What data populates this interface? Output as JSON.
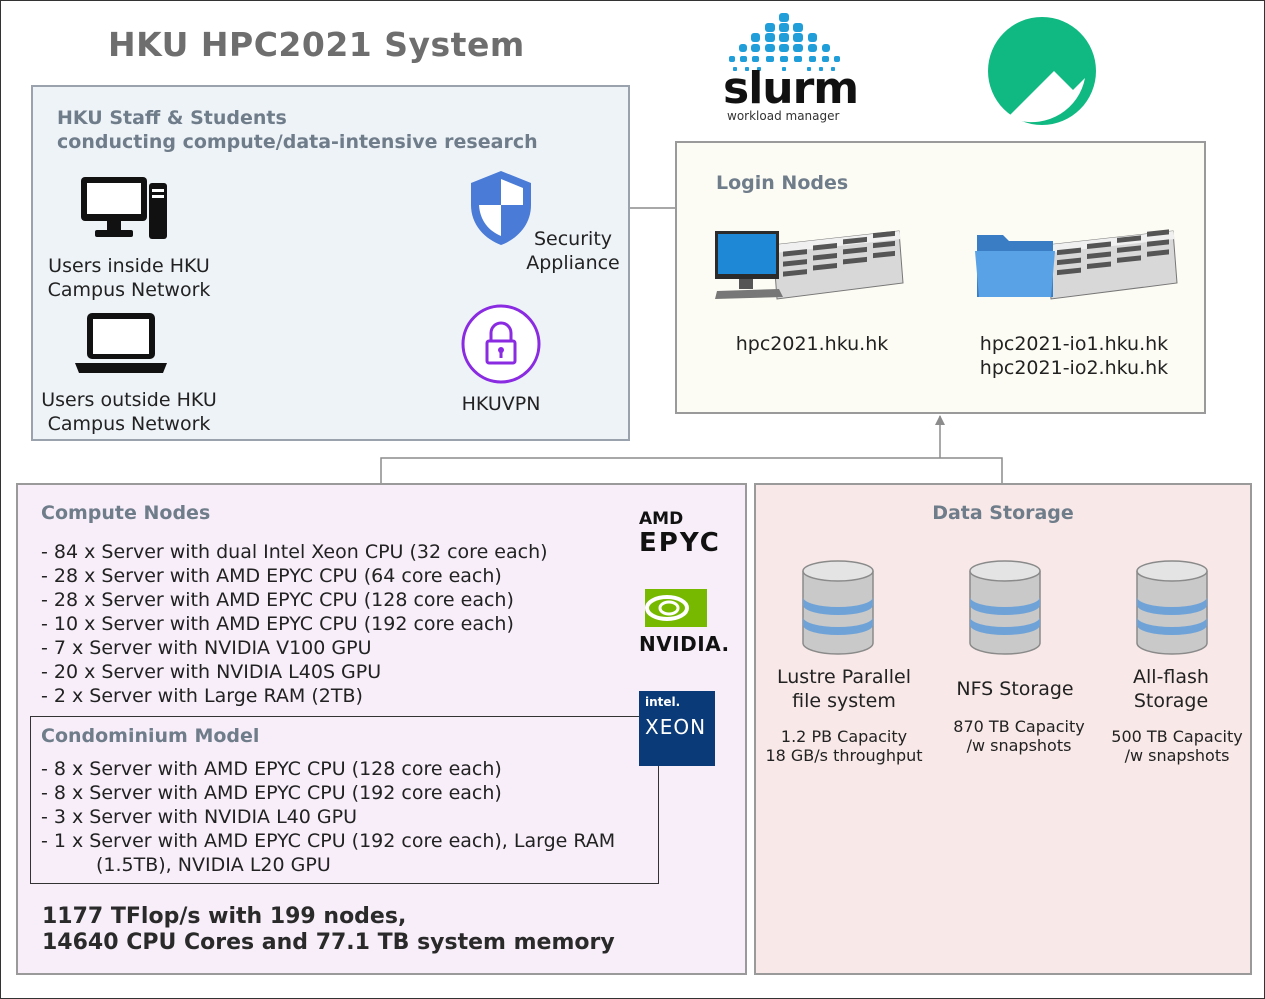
{
  "title": "HKU HPC2021 System",
  "logos": {
    "slurm_word": "slurm",
    "slurm_tag": "workload manager",
    "amd_line1": "AMD",
    "amd_line2": "EPYC",
    "nvidia": "NVIDIA.",
    "intel_line1": "intel.",
    "intel_line2": "XEON",
    "rocky_icon": "rocky-linux-logo",
    "shield_icon": "security-shield-icon",
    "vpn_icon": "vpn-lock-icon"
  },
  "colors": {
    "users_panel": "#eef3f8",
    "login_panel": "#fdfcf4",
    "compute_panel": "#f7eef9",
    "storage_panel": "#f8e9e8",
    "rocky_green": "#10b981",
    "slurm_blue": "#1f9ed9",
    "vpn_purple": "#8a2be2",
    "shield_blue": "#4a7bd6",
    "nvidia_green": "#76b900",
    "intel_blue": "#0a3a78",
    "disk_blue": "#6fa3d8",
    "arrow_gray": "#8c8c8c"
  },
  "users": {
    "heading_line1": "HKU Staff & Students",
    "heading_line2": "conducting compute/data-intensive research",
    "inside_line1": "Users inside HKU",
    "inside_line2": "Campus Network",
    "outside_line1": "Users outside HKU",
    "outside_line2": "Campus Network",
    "security_line1": "Security",
    "security_line2": "Appliance",
    "vpn_label": "HKUVPN",
    "inside_icon": "desktop-computer-icon",
    "outside_icon": "laptop-icon"
  },
  "login": {
    "heading": "Login Nodes",
    "host1": "hpc2021.hku.hk",
    "host2_line1": "hpc2021-io1.hku.hk",
    "host2_line2": "hpc2021-io2.hku.hk",
    "server_icon_1": "monitor-server-icon",
    "server_icon_2": "folder-server-icon"
  },
  "compute": {
    "heading": "Compute Nodes",
    "items": [
      "- 84 x Server with dual Intel Xeon CPU (32 core each)",
      "- 28 x Server with AMD EPYC CPU (64 core each)",
      "- 28 x Server with AMD EPYC CPU (128 core each)",
      "- 10 x Server with AMD EPYC CPU (192 core each)",
      "- 7 x Server with NVIDIA V100 GPU",
      "- 20 x Server with NVIDIA L40S GPU",
      "- 2 x Server with Large RAM (2TB)"
    ],
    "condo_heading": "Condominium Model",
    "condo_items": [
      "- 8 x Server with AMD EPYC CPU (128 core each)",
      "- 8 x Server with AMD EPYC CPU (192 core each)",
      "- 3 x Server with NVIDIA L40 GPU",
      "- 1 x Server with AMD EPYC CPU (192 core each), Large RAM"
    ],
    "condo_item_cont": "(1.5TB), NVIDIA L20 GPU",
    "summary_line1": "1177 TFlop/s with 199 nodes,",
    "summary_line2": "14640 CPU Cores and 77.1 TB system memory"
  },
  "storage": {
    "heading": "Data Storage",
    "lustre_line1": "Lustre Parallel",
    "lustre_line2": "file system",
    "lustre_cap1": "1.2 PB Capacity",
    "lustre_cap2": "18 GB/s throughput",
    "nfs_label": "NFS Storage",
    "nfs_cap1": "870 TB Capacity",
    "nfs_cap2": "/w snapshots",
    "flash_line1": "All-flash",
    "flash_line2": "Storage",
    "flash_cap1": "500 TB Capacity",
    "flash_cap2": "/w snapshots",
    "db_icon": "database-icon"
  }
}
